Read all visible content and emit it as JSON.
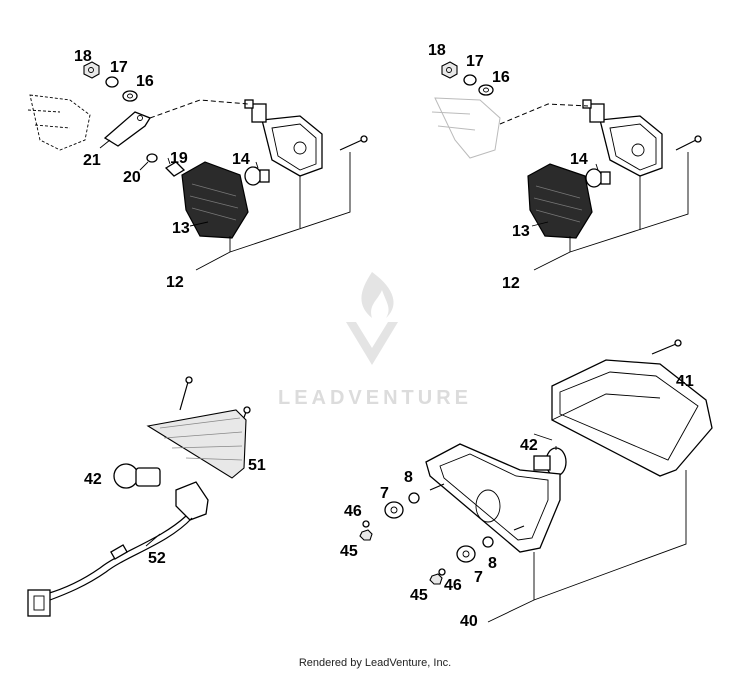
{
  "watermark": {
    "brand": "LEADVENTURE"
  },
  "footer": {
    "credit": "Rendered by LeadVenture, Inc."
  },
  "callouts": {
    "tl": [
      "18",
      "17",
      "16",
      "21",
      "20",
      "19",
      "14",
      "13",
      "12"
    ],
    "tr": [
      "18",
      "17",
      "16",
      "14",
      "13",
      "12"
    ],
    "bl": [
      "51",
      "42",
      "52"
    ],
    "br": [
      "41",
      "42",
      "8",
      "7",
      "46",
      "45",
      "8",
      "7",
      "46",
      "45",
      "40"
    ]
  },
  "colors": {
    "line": "#000000",
    "lens": "#2b2b2b",
    "watermark": "#dcdcdc"
  }
}
